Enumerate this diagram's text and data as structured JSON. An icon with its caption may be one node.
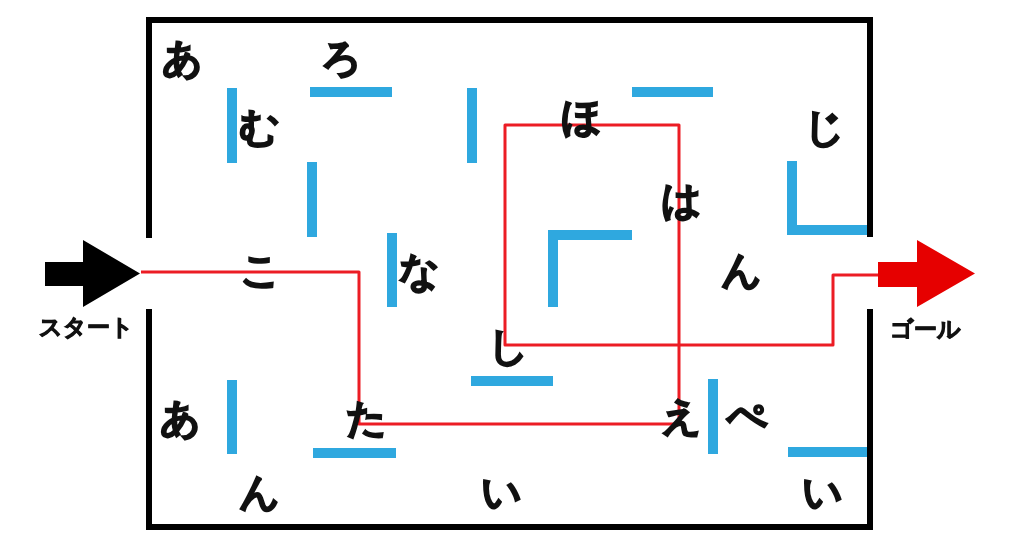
{
  "diagram": {
    "nodes": [
      {
        "text": [
          "スタート"
        ]
      },
      {
        "text": [
          "ゴール"
        ]
      }
    ],
    "edges": [
      {
        "from": 0,
        "to": 1,
        "arrow": "none",
        "color": "#ec1c24"
      }
    ],
    "labels": [
      "あ",
      "ろ",
      "む",
      "ほ",
      "じ",
      "は",
      "こ",
      "な",
      "ん",
      "し",
      "あ",
      "た",
      "え",
      "ぺ",
      "ん",
      "い",
      "い"
    ]
  }
}
